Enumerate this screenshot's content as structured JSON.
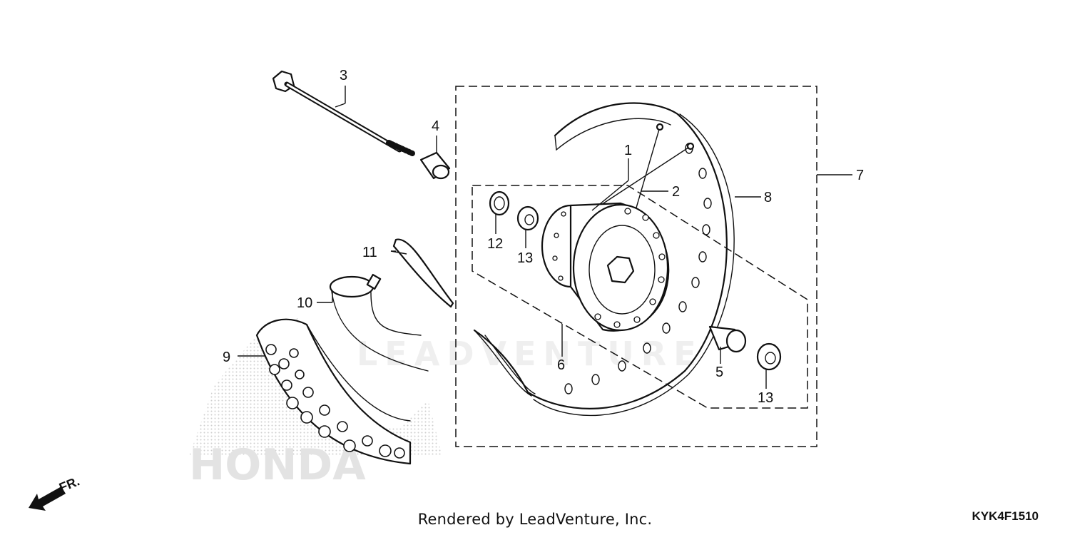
{
  "callouts": [
    {
      "id": "1",
      "text": "1"
    },
    {
      "id": "2",
      "text": "2"
    },
    {
      "id": "3",
      "text": "3"
    },
    {
      "id": "4",
      "text": "4"
    },
    {
      "id": "5",
      "text": "5"
    },
    {
      "id": "6",
      "text": "6"
    },
    {
      "id": "7",
      "text": "7"
    },
    {
      "id": "8",
      "text": "8"
    },
    {
      "id": "9",
      "text": "9"
    },
    {
      "id": "10",
      "text": "10"
    },
    {
      "id": "11",
      "text": "11"
    },
    {
      "id": "12",
      "text": "12"
    },
    {
      "id": "13a",
      "text": "13"
    },
    {
      "id": "13b",
      "text": "13"
    }
  ],
  "front_arrow": {
    "label": "FR."
  },
  "watermark": {
    "brand": "HONDA",
    "renderer": "LEADVENTURE"
  },
  "footer": {
    "credit": "Rendered by LeadVenture, Inc.",
    "diagram_code": "KYK4F1510"
  },
  "colors": {
    "ink": "#111111",
    "watermark": "#e3e3e3",
    "background": "#ffffff"
  }
}
